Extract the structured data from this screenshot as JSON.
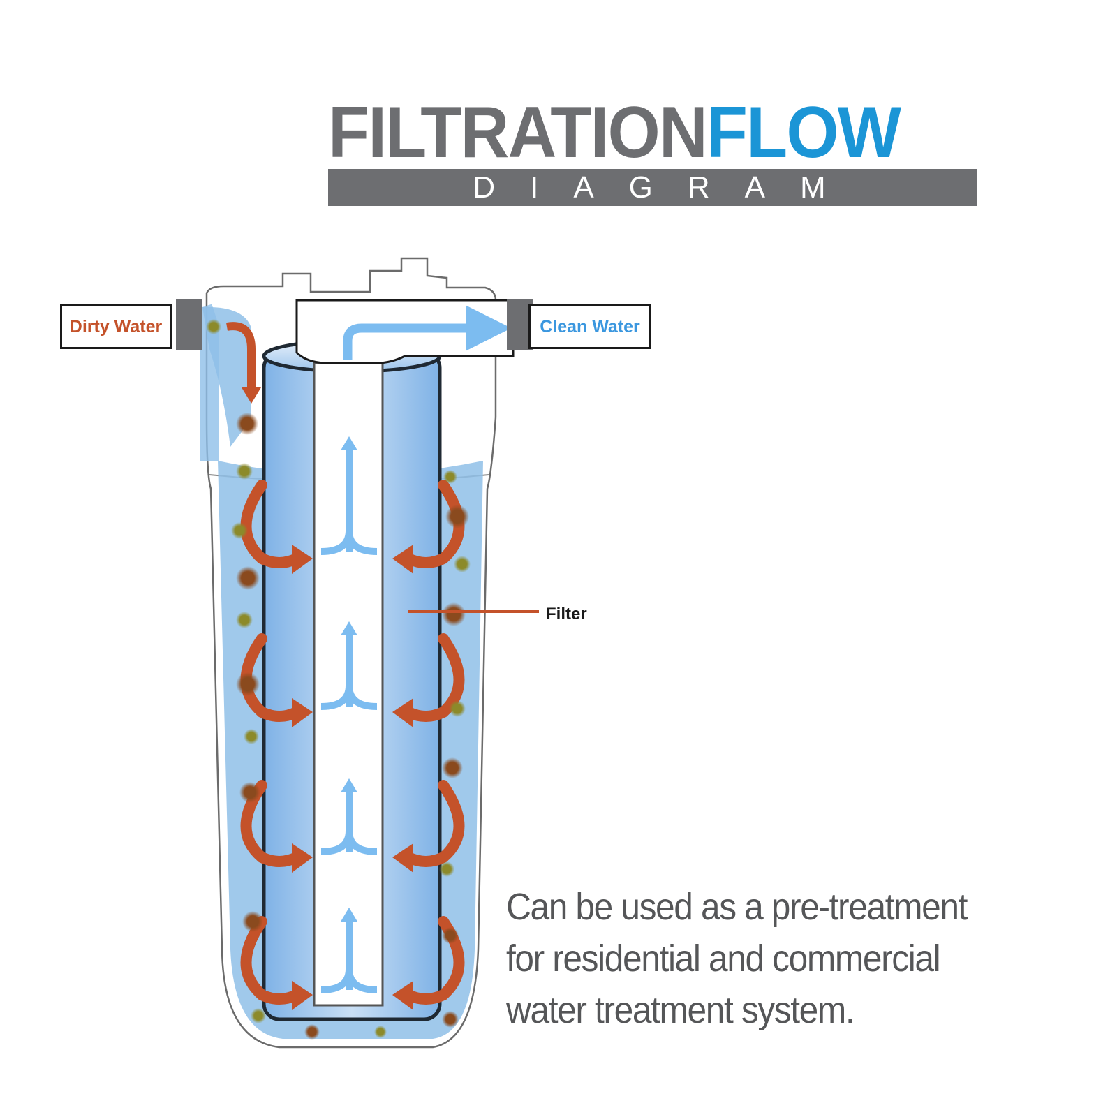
{
  "title": {
    "part1": "FILTRATION",
    "part2": "FLOW",
    "subtitle": "DIAGRAM"
  },
  "colors": {
    "title_gray": "#6d6e71",
    "title_blue": "#1b95d6",
    "dirty_arrow": "#c4522a",
    "clean_arrow": "#7cbcf0",
    "water": "#8fbfe8",
    "particle_olive": "#8c8a2a",
    "particle_brown": "#8a4a1e"
  },
  "labels": {
    "inlet": "Dirty Water",
    "outlet": "Clean Water",
    "filter": "Filter"
  },
  "caption": {
    "line1": "Can be used as a pre-treatment",
    "line2": "for residential and commercial",
    "line3": "water treatment system."
  }
}
